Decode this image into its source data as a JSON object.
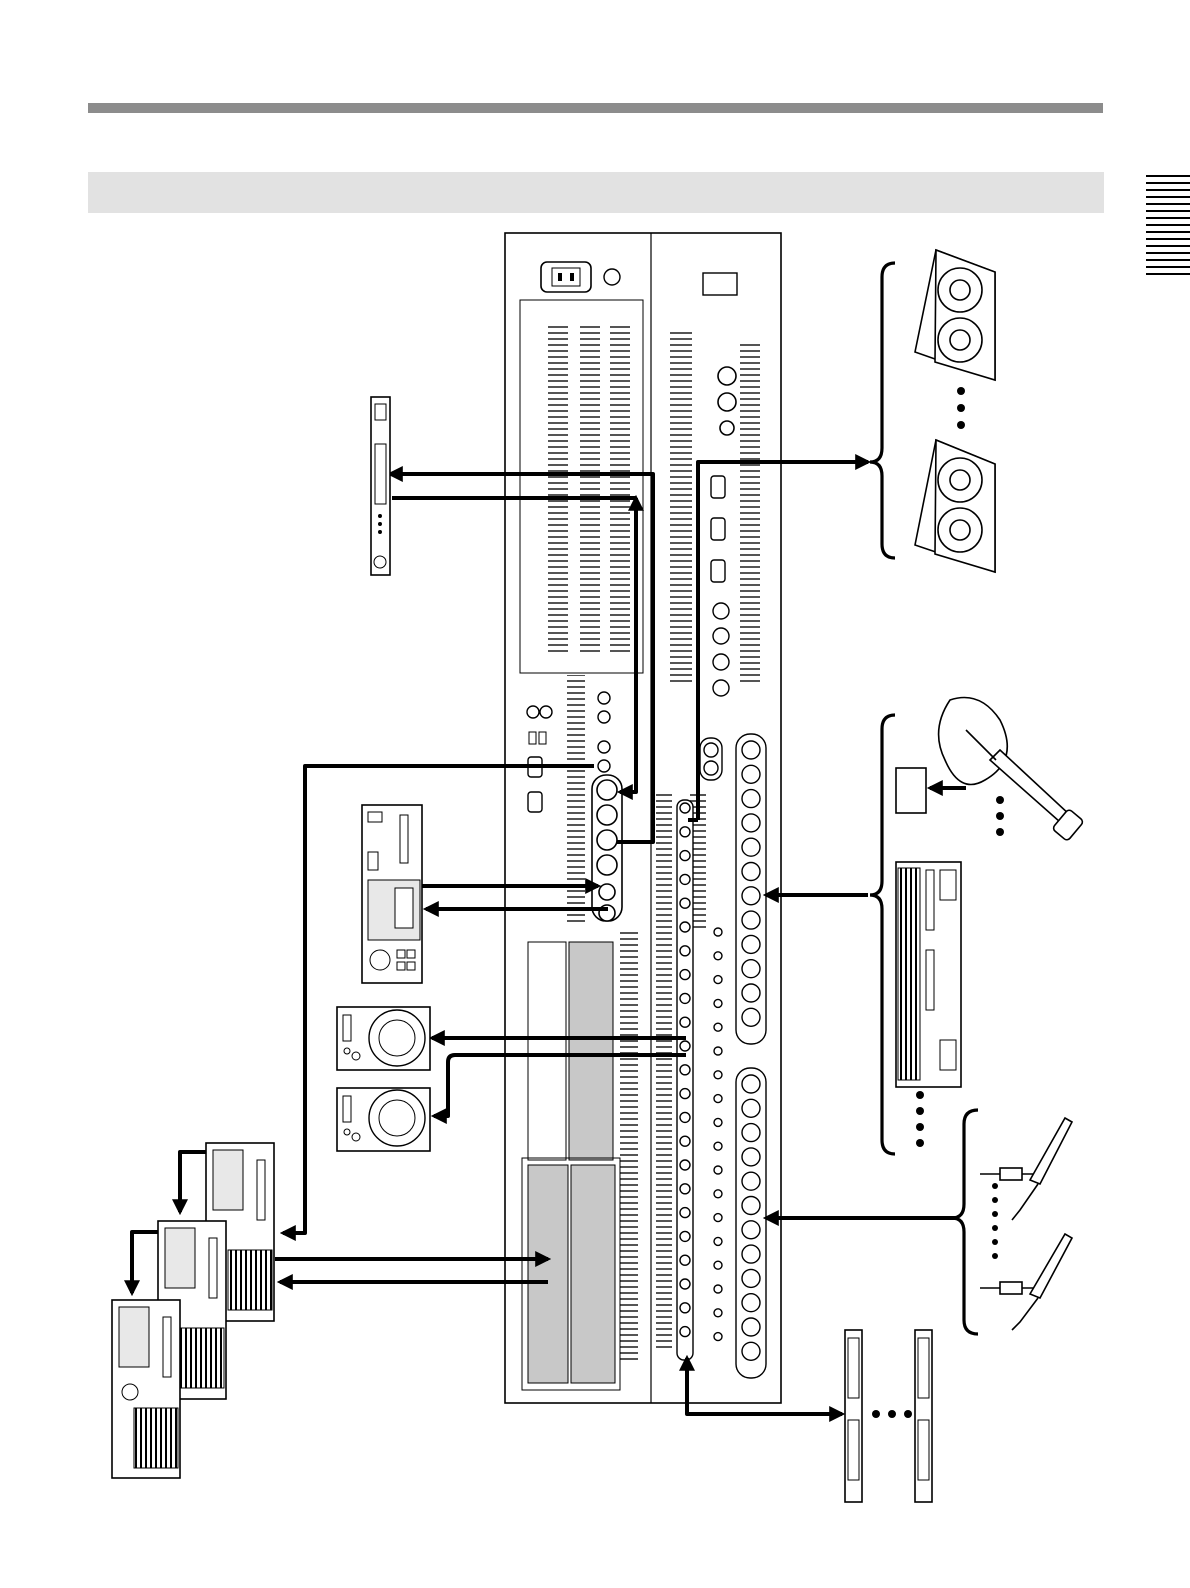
{
  "page": {
    "title": "",
    "section_heading": ""
  },
  "diagram": {
    "center": "mixer-rear-panel",
    "connected_devices": [
      "rack-processor",
      "cd-player-recorder",
      "monitor-speaker-1",
      "monitor-speaker-2",
      "multitrack-recorder-1",
      "multitrack-recorder-2",
      "multitrack-recorder-3",
      "main-speaker-1",
      "main-speaker-2",
      "guitar",
      "di-box",
      "synthesizer",
      "microphone-1",
      "microphone-2",
      "effect-unit-1",
      "effect-unit-2"
    ],
    "colors": {
      "line": "#000000",
      "panel_fill": "#ffffff",
      "card_fill": "#c8c8c8",
      "band": "#e2e2e2",
      "rule": "#8c8c8c"
    }
  }
}
